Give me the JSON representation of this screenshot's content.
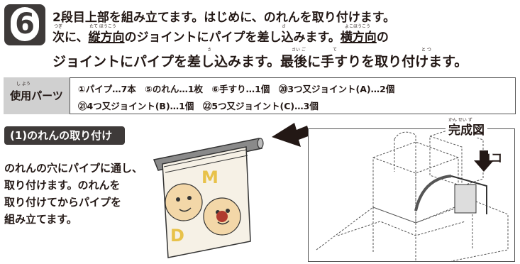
{
  "step": {
    "number": "6",
    "line1": "2段目上部を組み立てます。はじめに、のれんを取り付けます。",
    "line2_a": "次に、",
    "line2_b": "縦方向",
    "line2_c": "のジョイントにパイプを差し込みます。",
    "line2_d": "横方向",
    "line2_e": "の",
    "line3": "ジョイントにパイプを差し込みます。最後に手すりを取り付けます。",
    "furigana": {
      "tsugi": "つぎ",
      "tate_houkou": "たて ほうこう",
      "sa": "さ",
      "yoko_houkou": "よこほうこう",
      "sa2": "さ",
      "sa_ko": "さい ご",
      "te": "て",
      "to_tsu": "と つ"
    }
  },
  "parts": {
    "label": "使用パーツ",
    "label_ruby": "し よう",
    "line1": "①パイプ…7本　⑤のれん…1枚　⑥手すり…1個　⑳3つ又ジョイント(A)…2個",
    "line2": "㉑4つ又ジョイント(B)…1個　㉒5つ又ジョイント(C)…3個"
  },
  "section": {
    "title": "(1)のれんの取り付け",
    "desc1": "のれんの穴にパイプに通し、",
    "desc2": "取り付けます。のれんを",
    "desc3": "取り付けてからパイプを",
    "desc4": "組み立てます。"
  },
  "noren_letters": [
    "M",
    "D"
  ],
  "complete": {
    "title": "完成図",
    "title_ruby": "かん せい ず",
    "marker": "ココ"
  },
  "icons": [
    "step-badge-icon",
    "arrow-left-icon",
    "arrow-down-icon"
  ],
  "colors": {
    "dark": "#3e3a39",
    "label_bg": "#d0d0d0",
    "noren_red": "#b03a2e",
    "noren_yellow": "#e8c24a"
  }
}
